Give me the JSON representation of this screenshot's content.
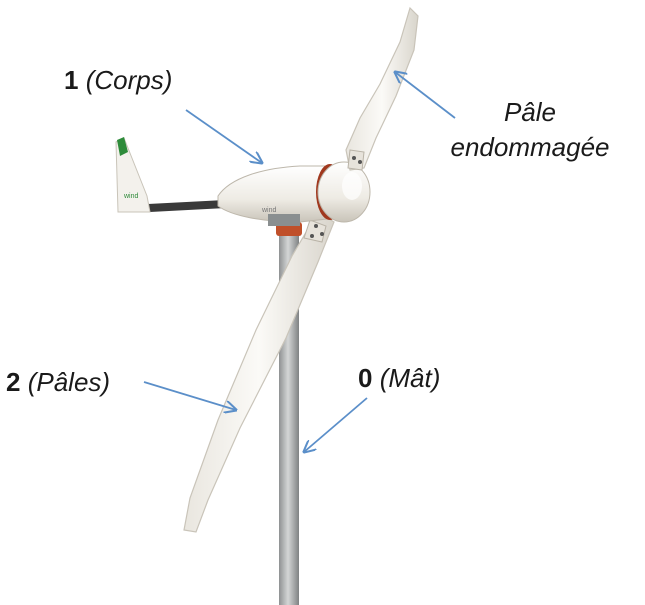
{
  "labels": {
    "corps": {
      "number": "1",
      "text": "(Corps)"
    },
    "pales": {
      "number": "2",
      "text": "(Pâles)"
    },
    "mat": {
      "number": "0",
      "text": "(Mât)"
    },
    "damaged_blade": {
      "line1": "Pâle",
      "line2": "endommagée"
    }
  },
  "colors": {
    "arrow": "#5b8fc9",
    "blade": "#f3f1ec",
    "blade_shadow": "#cfcac0",
    "mast": "#b9bcbd",
    "body": "#f1efe9",
    "hub_ring": "#a0381e",
    "tail_tip": "#2e8b3a",
    "tail_boom": "#3a3a3a"
  },
  "icons": {
    "arrow_head": "arrowhead-marker"
  }
}
